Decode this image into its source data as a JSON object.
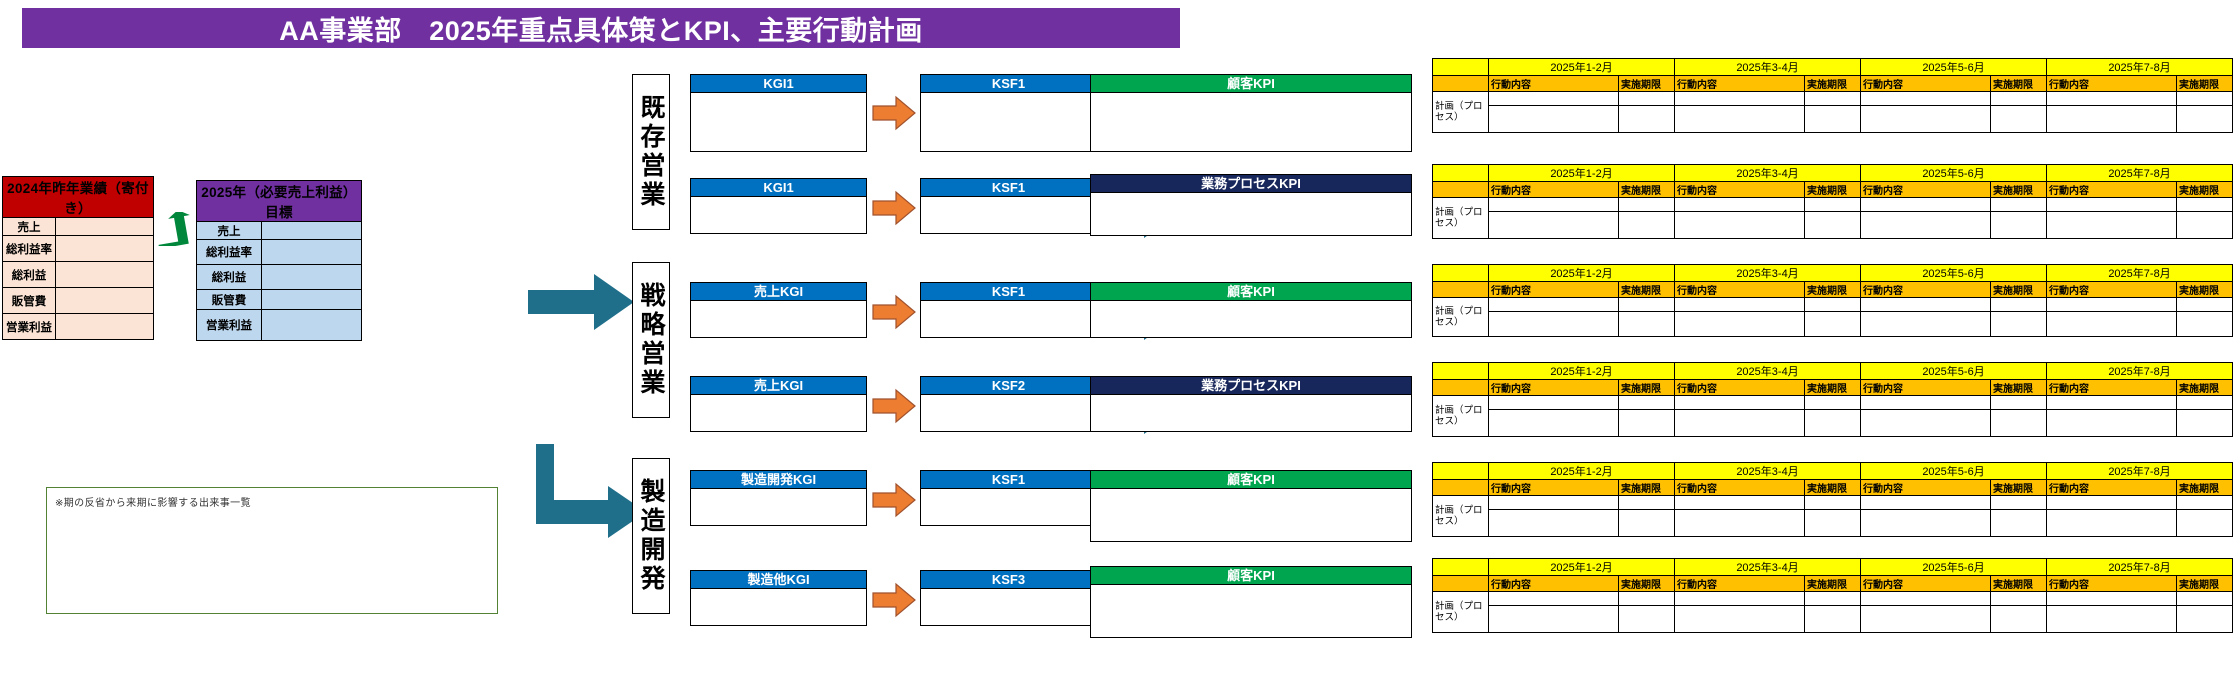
{
  "title": "AA事業部　2025年重点具体策とKPI、主要行動計画",
  "left_tables": [
    {
      "name": "previous-year-results",
      "header": "2024年昨年業績（寄付き）",
      "rows": [
        {
          "label": "売上",
          "value": ""
        },
        {
          "label": "総利益率",
          "value": ""
        },
        {
          "label": "総利益",
          "value": ""
        },
        {
          "label": "販管費",
          "value": ""
        },
        {
          "label": "営業利益",
          "value": ""
        }
      ]
    },
    {
      "name": "target-year-goal",
      "header": "2025年（必要売上利益）目標",
      "rows": [
        {
          "label": "売上",
          "value": ""
        },
        {
          "label": "総利益率",
          "value": ""
        },
        {
          "label": "総利益",
          "value": ""
        },
        {
          "label": "販管費",
          "value": ""
        },
        {
          "label": "営業利益",
          "value": ""
        }
      ]
    }
  ],
  "note_box": {
    "text": "※期の反省から来期に影響する出来事一覧"
  },
  "categories": [
    {
      "label": "既存営業"
    },
    {
      "label": "戦略営業"
    },
    {
      "label": "製造開発"
    }
  ],
  "flow_rows": [
    {
      "kgi": "KGI1",
      "ksf": "KSF1",
      "kpi": "顧客KPI",
      "kpi_type": "customer"
    },
    {
      "kgi": "KGI1",
      "ksf": "KSF1",
      "kpi": "業務プロセスKPI",
      "kpi_type": "process"
    },
    {
      "kgi": "売上KGI",
      "ksf": "KSF1",
      "kpi": "顧客KPI",
      "kpi_type": "customer"
    },
    {
      "kgi": "売上KGI",
      "ksf": "KSF2",
      "kpi": "業務プロセスKPI",
      "kpi_type": "process"
    },
    {
      "kgi": "製造開発KGI",
      "ksf": "KSF1",
      "kpi": "顧客KPI",
      "kpi_type": "customer"
    },
    {
      "kgi": "製造他KGI",
      "ksf": "KSF3",
      "kpi": "顧客KPI",
      "kpi_type": "customer"
    }
  ],
  "plan_table": {
    "periods": [
      "2025年1-2月",
      "2025年3-4月",
      "2025年5-6月",
      "2025年7-8月"
    ],
    "sub_headers": [
      "行動内容",
      "実施期限"
    ],
    "row_label": "計画（プロセス）",
    "cells": [
      "",
      "",
      "",
      "",
      "",
      "",
      "",
      ""
    ]
  },
  "colors": {
    "title_bg": "#7030A0",
    "prev_header": "#C00000",
    "prev_body": "#FBE4D5",
    "goal_header": "#7030A0",
    "goal_body": "#BDD7EE",
    "kgi_header": "#0070C0",
    "kpi_customer": "#00A550",
    "kpi_process": "#17265B",
    "orange_arrow": "#ED7D31",
    "teal_arrow": "#1F6F8B",
    "green_arrow": "#00873C",
    "plan_period_bg": "#FFFF00",
    "plan_sub_bg": "#FFC000"
  }
}
